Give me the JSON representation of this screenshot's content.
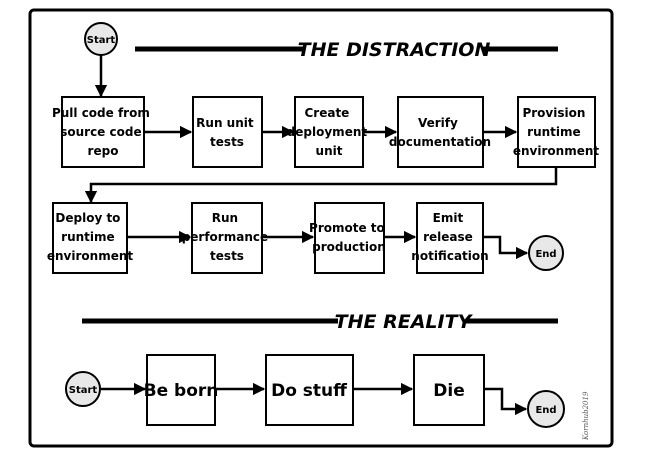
{
  "headings": {
    "distraction": "THE DISTRACTION",
    "reality": "THE REALITY"
  },
  "distraction": {
    "start": "Start",
    "end": "End",
    "steps": [
      [
        "Pull code from",
        "source code",
        "repo"
      ],
      [
        "Run unit",
        "tests"
      ],
      [
        "Create",
        "deployment",
        "unit"
      ],
      [
        "Verify",
        "documentation"
      ],
      [
        "Provision",
        "runtime",
        "environment"
      ],
      [
        "Deploy to",
        "runtime",
        "environment"
      ],
      [
        "Run",
        "performance",
        "tests"
      ],
      [
        "Promote to",
        "production"
      ],
      [
        "Emit",
        "release",
        "notification"
      ]
    ]
  },
  "reality": {
    "start": "Start",
    "end": "End",
    "steps": [
      "Be born",
      "Do stuff",
      "Die"
    ]
  },
  "signature": "Kornhub2019"
}
